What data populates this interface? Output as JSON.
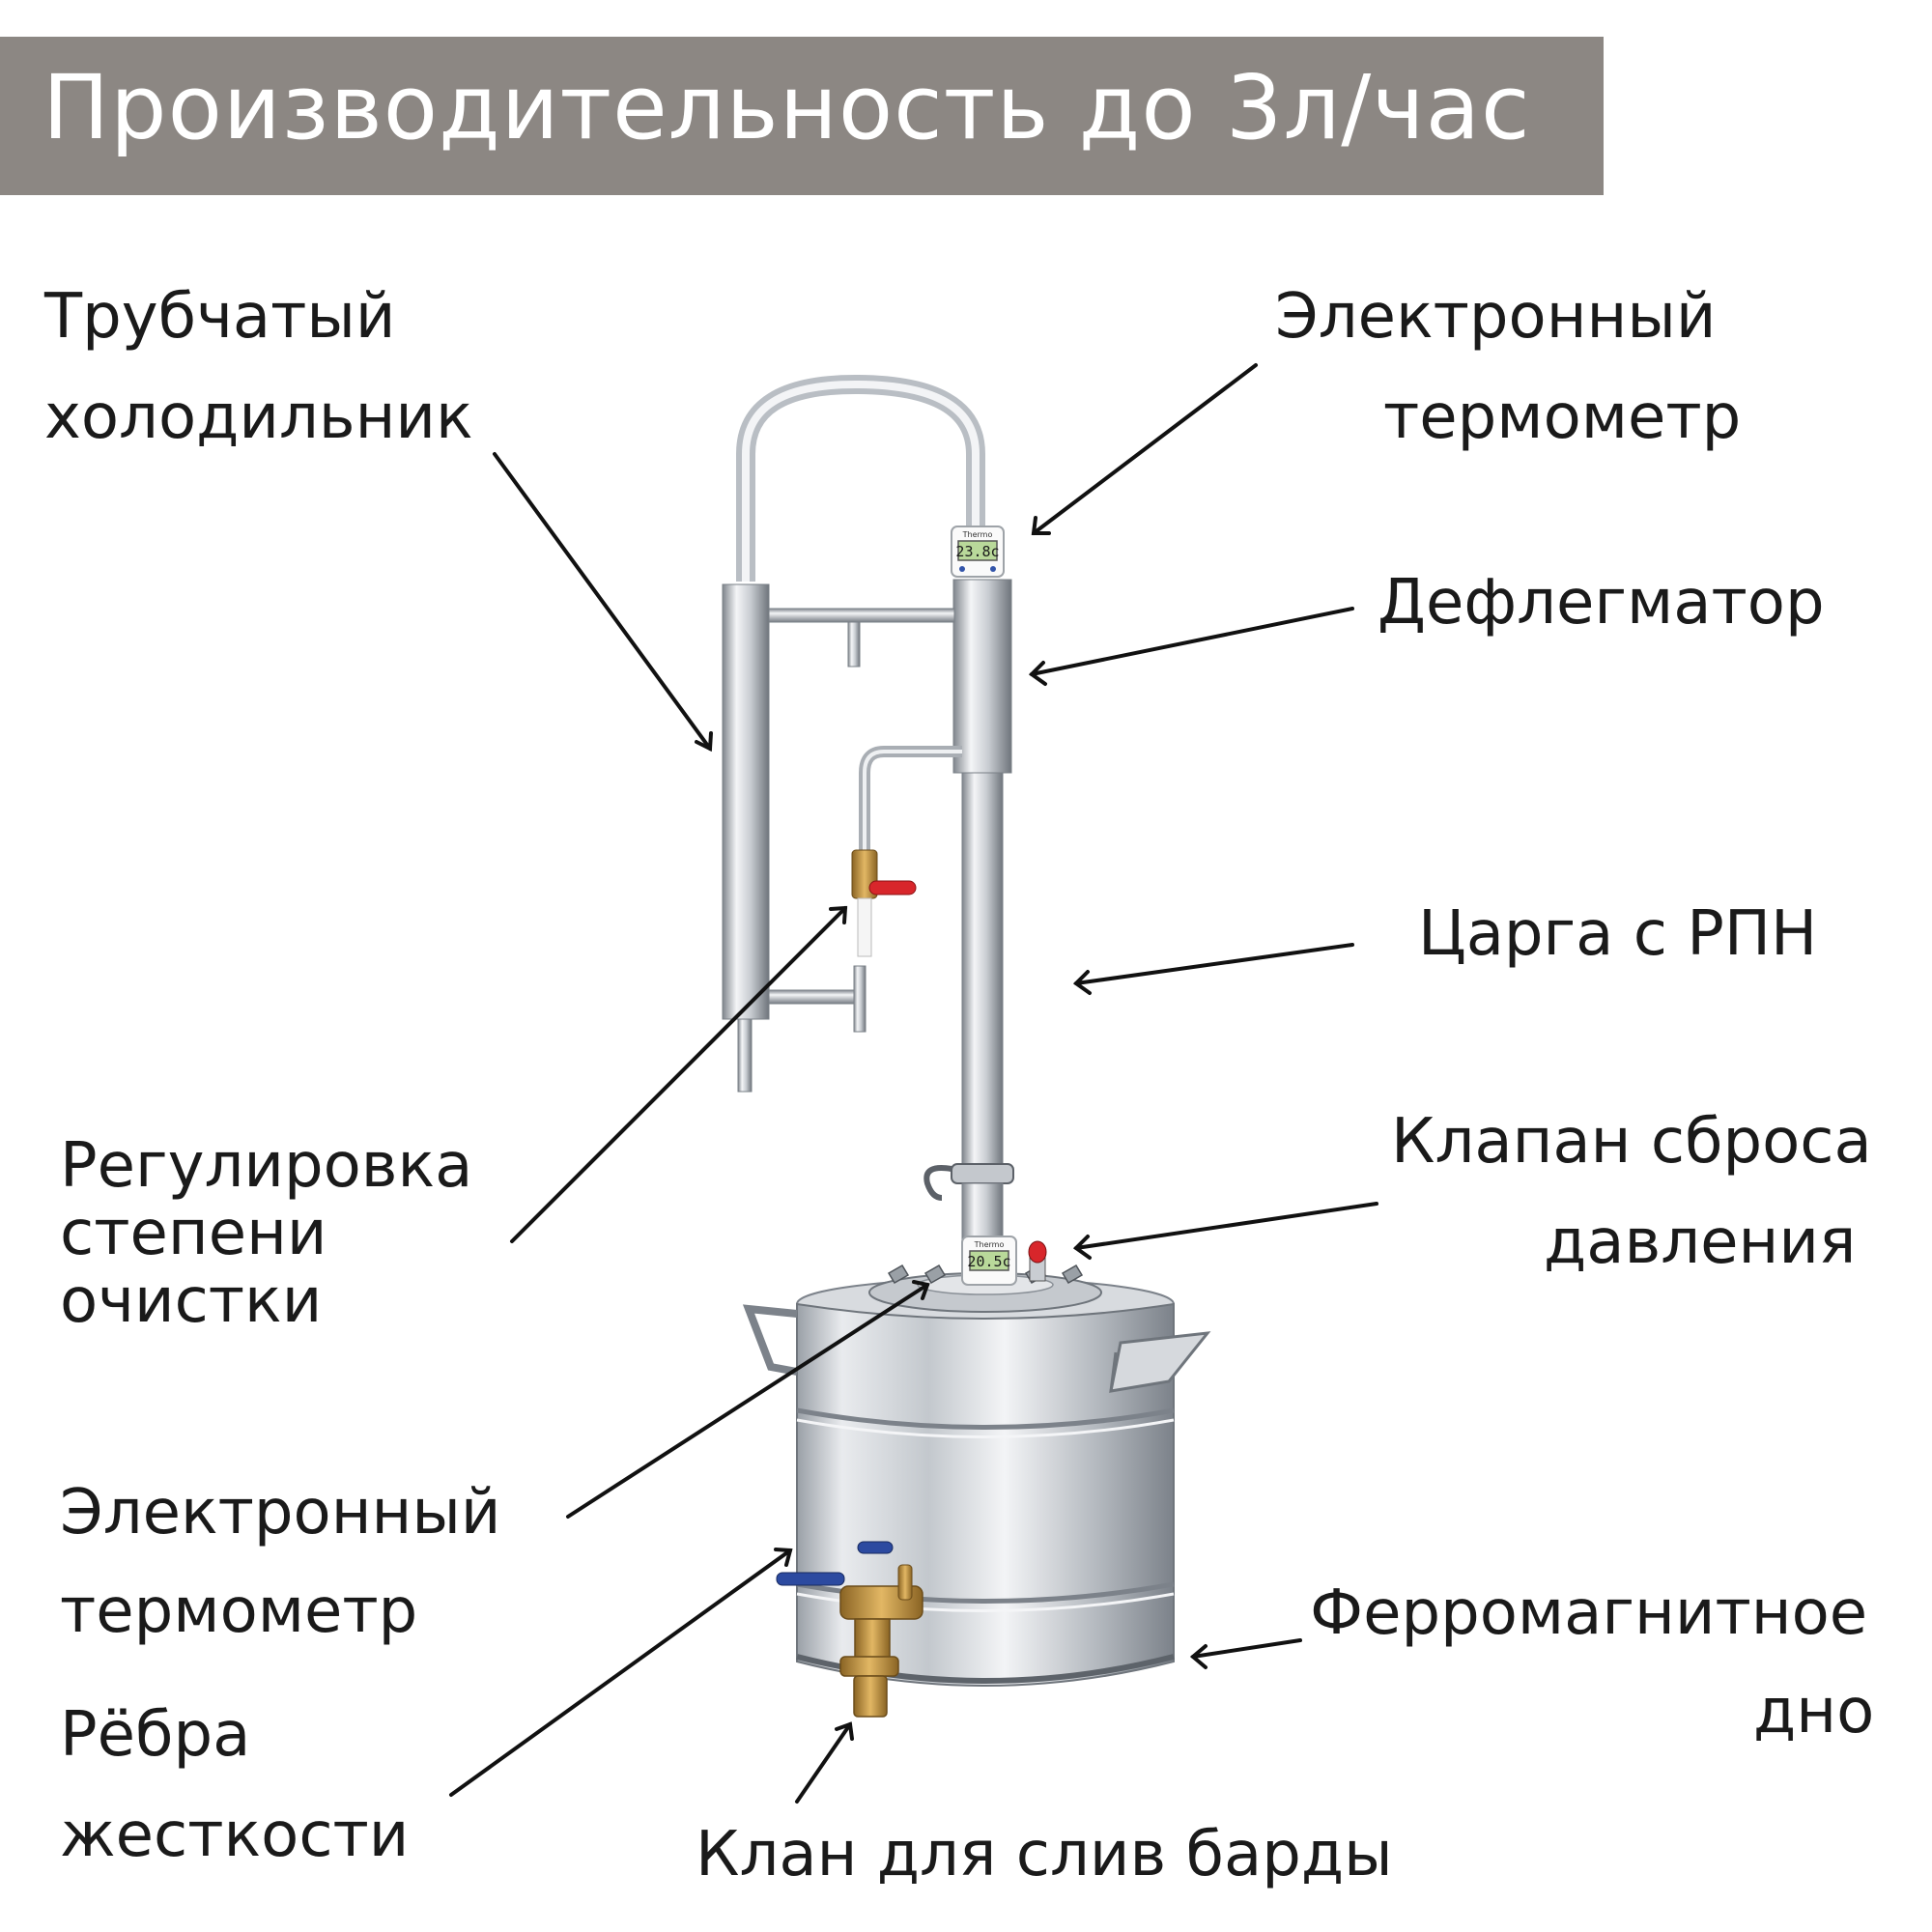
{
  "header": {
    "title": "Производительность до 3л/час"
  },
  "labels": {
    "tube_condenser": [
      "Трубчатый",
      "холодильник"
    ],
    "thermometer_top": [
      "Электронный",
      "термометр"
    ],
    "dephlegmator": "Дефлегматор",
    "column": "Царга с РПН",
    "purity_control": [
      "Регулировка",
      "степени",
      "очистки"
    ],
    "relief_valve": [
      "Клапан сброса",
      "давления"
    ],
    "thermometer_bottom": [
      "Электронный",
      "термометр"
    ],
    "ferromagnetic_bottom": [
      "Ферромагнитное",
      "дно"
    ],
    "stiffening_ribs": [
      "Рёбра",
      "жесткости"
    ],
    "drain_valve": "Клан для слив барды"
  },
  "device": {
    "thermo_top": {
      "brand": "Thermo",
      "reading": "23.8c"
    },
    "thermo_bottom": {
      "brand": "Thermo",
      "reading": "20.5c"
    }
  },
  "colors": {
    "banner": "#8c8783",
    "steel_light": "#f2f3f5",
    "steel_dark": "#8e9399",
    "valve_red": "#d8262b",
    "valve_blue": "#2c4aa0",
    "brass": "#b8893a",
    "lcd": "#b9d99a"
  }
}
